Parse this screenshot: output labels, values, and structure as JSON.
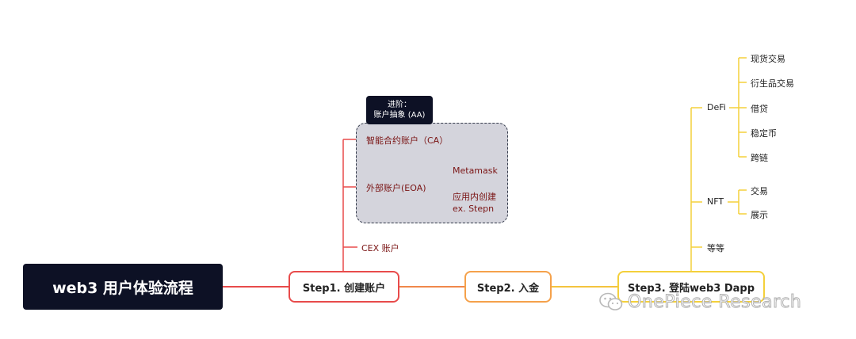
{
  "root": {
    "label": "web3 用户体验流程"
  },
  "step1": {
    "label": "Step1. 创建账户",
    "advanced_tag": {
      "line1": "进阶：",
      "line2": "账户抽象 (AA)"
    },
    "children": {
      "ca": "智能合约账户（CA）",
      "eoa": "外部账户(EOA)",
      "eoa_children": {
        "metamask": "Metamask",
        "in_app_line1": "应用内创建",
        "in_app_line2": "ex. Stepn"
      },
      "cex": "CEX 账户"
    }
  },
  "step2": {
    "label": "Step2. 入金"
  },
  "step3": {
    "label": "Step3. 登陆web3 Dapp",
    "children": {
      "defi": "DeFi",
      "defi_children": [
        "现货交易",
        "衍生品交易",
        "借贷",
        "稳定币",
        "跨链"
      ],
      "nft": "NFT",
      "nft_children": [
        "交易",
        "展示"
      ],
      "etc": "等等"
    }
  },
  "watermark": {
    "text": "OnePiece Research"
  },
  "colors": {
    "root": "#0d1125",
    "step1": "#e84b4b",
    "step2": "#f5a14b",
    "step3": "#f4d03b",
    "aa_box": "#d4d4dc"
  }
}
